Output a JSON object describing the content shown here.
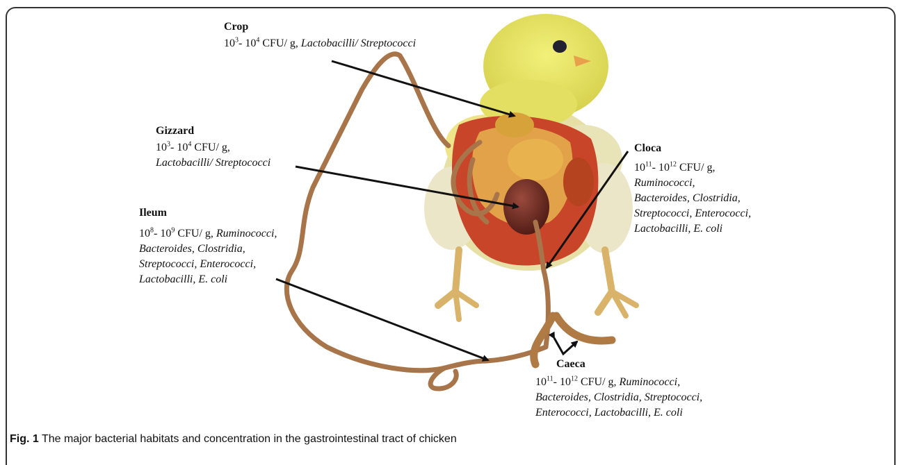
{
  "figure": {
    "caption_number": "Fig. 1",
    "caption_text": " The major bacterial habitats and concentration in the gastrointestinal tract of chicken",
    "image_subject": "dissected-chick-gastrointestinal-tract"
  },
  "labels": {
    "crop": {
      "title": "Crop",
      "conc_a": "10",
      "exp_a": "3",
      "conc_b": "- 10",
      "exp_b": "4",
      "unit": " CFU/ g, ",
      "bacteria": "Lactobacilli/ Streptococci"
    },
    "gizzard": {
      "title": "Gizzard",
      "conc_a": "10",
      "exp_a": "3",
      "conc_b": "- 10",
      "exp_b": "4",
      "unit": " CFU/ g,",
      "bacteria": "Lactobacilli/ Streptococci"
    },
    "ileum": {
      "title": "Ileum",
      "conc_a": "10",
      "exp_a": "8",
      "conc_b": "- 10",
      "exp_b": "9",
      "unit": " CFU/ g, ",
      "bacteria_l1": "Ruminococci,",
      "bacteria_l2": "Bacteroides, Clostridia,",
      "bacteria_l3": "Streptococci, Enterococci,",
      "bacteria_l4": "Lactobacilli, E. coli"
    },
    "cloca": {
      "title": "Cloca",
      "conc_a": "10",
      "exp_a": "11",
      "conc_b": "- 10",
      "exp_b": "12",
      "unit": " CFU/ g,",
      "bacteria_l1": "Ruminococci,",
      "bacteria_l2": "Bacteroides, Clostridia,",
      "bacteria_l3": "Streptococci, Enterococci,",
      "bacteria_l4": "Lactobacilli, E. coli"
    },
    "caeca": {
      "title": "Caeca",
      "conc_a": "10",
      "exp_a": "11",
      "conc_b": "- 10",
      "exp_b": "12",
      "unit": " CFU/ g, ",
      "bacteria_l1": "Ruminococci,",
      "bacteria_l2": "Bacteroides, Clostridia, Streptococci,",
      "bacteria_l3": "Enterococci, Lactobacilli, E. coli"
    }
  },
  "colors": {
    "chick_yellow": "#e9e56a",
    "flesh_red": "#c8452a",
    "intestine": "#a8754a",
    "gizzard": "#6b2a22",
    "leg": "#d9b36a",
    "arrow": "#111111"
  }
}
